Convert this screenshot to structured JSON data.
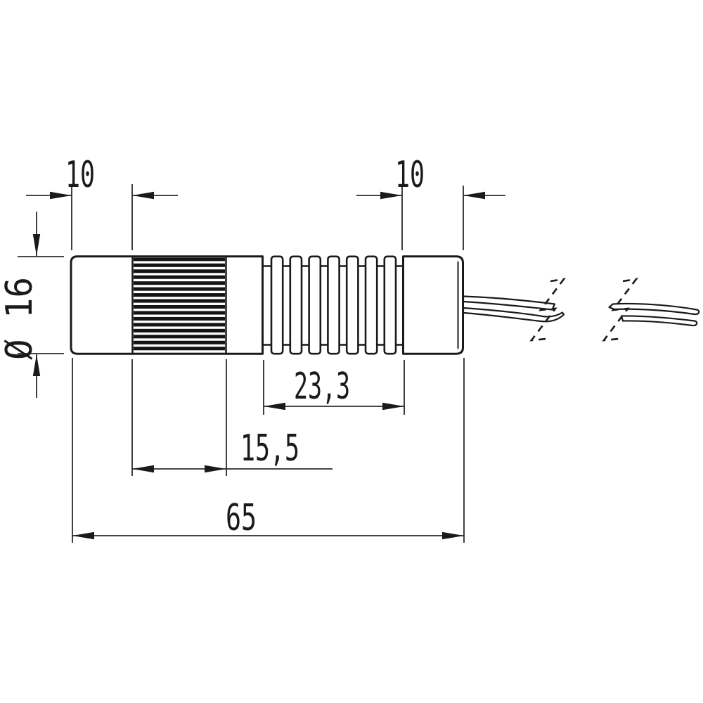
{
  "drawing": {
    "background": "#ffffff",
    "line_color": "#1a1a1a",
    "knurl_color": "#141414",
    "dimensions": {
      "front_length": "10",
      "rear_length": "10",
      "diameter": "Ø 16",
      "fin_section_length": "23,3",
      "knurl_length": "15,5",
      "total_length": "65"
    }
  }
}
